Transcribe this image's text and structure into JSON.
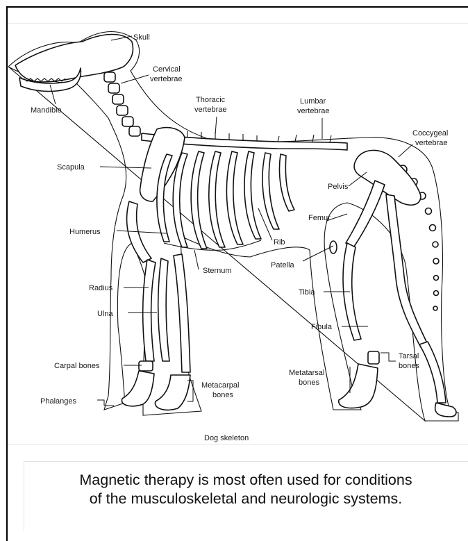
{
  "labels": {
    "skull": "Skull",
    "cervical_1": "Cervical",
    "cervical_2": "vertebrae",
    "mandible": "Mandible",
    "thoracic_1": "Thoracic",
    "thoracic_2": "vertebrae",
    "lumbar_1": "Lumbar",
    "lumbar_2": "vertebrae",
    "coccygeal_1": "Coccygeal",
    "coccygeal_2": "vertebrae",
    "scapula": "Scapula",
    "pelvis": "Pelvis",
    "femur": "Femur",
    "humerus": "Humerus",
    "rib": "Rib",
    "sternum": "Sternum",
    "patella": "Patella",
    "radius": "Radius",
    "tibia": "Tibia",
    "ulna": "Ulna",
    "fibula": "Fibula",
    "carpal": "Carpal  bones",
    "tarsal_1": "Tarsal",
    "tarsal_2": "bones",
    "metatarsal_1": "Metatarsal",
    "metatarsal_2": "bones",
    "metacarpal_1": "Metacarpal",
    "metacarpal_2": "bones",
    "phalanges": "Phalanges"
  },
  "diagram_caption": "Dog  skeleton",
  "caption": {
    "line1": "Magnetic therapy is most often used for conditions",
    "line2": "of the musculoskeletal and neurologic systems."
  }
}
